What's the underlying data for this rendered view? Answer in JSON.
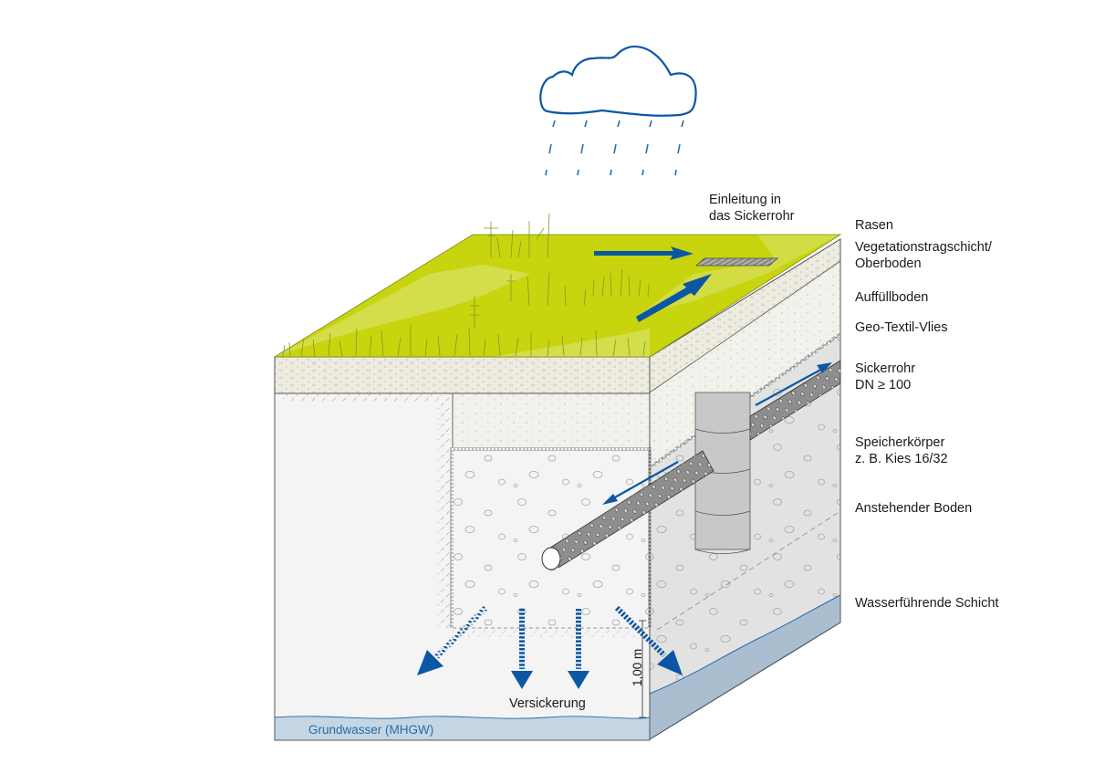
{
  "title": "Rigolen-/Rohrversickerung Querschnitt",
  "colors": {
    "water_blue": "#0b57a4",
    "grass": "#c8d40e",
    "grass_light": "#d6e05a",
    "topsoil": "#eeece0",
    "fill": "#f2f2ec",
    "gravel": "#f3f3f3",
    "native_soil_side": "#dedede",
    "groundwater": "#b9cddc",
    "groundwater_side": "#aabed0"
  },
  "labels": {
    "inlet": [
      "Einleitung in",
      "das Sickerrohr"
    ],
    "rasen": "Rasen",
    "vegetation": [
      "Vegetationstragschicht/",
      "Oberboden"
    ],
    "auffuellboden": "Auffüllboden",
    "geotextil": "Geo-Textil-Vlies",
    "sickerrohr": [
      "Sickerrohr",
      "DN ≥ 100"
    ],
    "speicherkoerper": [
      "Speicherkörper",
      "z. B. Kies 16/32"
    ],
    "anstehender_boden": "Anstehender Boden",
    "wasserfuehrende_schicht": "Wasserführende Schicht",
    "versickerung": "Versickerung",
    "grundwasser": "Grundwasser (MHGW)",
    "dimension": "1,00 m"
  },
  "icons": [
    "cloud-icon",
    "rain-icon",
    "flow-arrow-icon",
    "infiltration-arrow-icon",
    "inlet-grate-icon",
    "perforated-pipe-icon",
    "manhole-shaft-icon"
  ]
}
